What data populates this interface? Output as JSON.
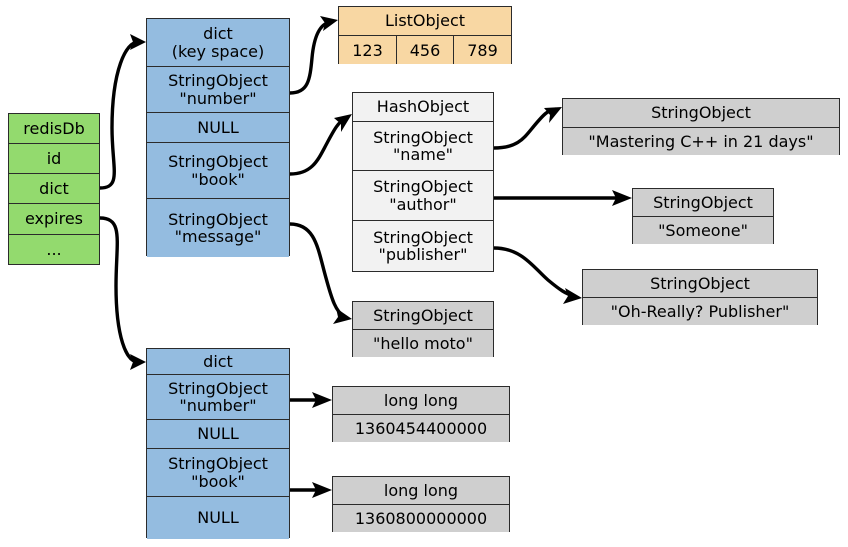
{
  "diagram": {
    "title": "redisDb key space and expires dict object graph",
    "colors": {
      "green": "#93da6e",
      "blue": "#94bce0",
      "tan": "#f8d7a3",
      "grey": "#cfcfcf",
      "white": "#f2f2f2",
      "stroke": "#2b2b2b",
      "arrow": "#000000"
    }
  },
  "redisdb": {
    "name": "redisDb",
    "rows": [
      "redisDb",
      "id",
      "dict",
      "expires",
      "..."
    ]
  },
  "keyspace_dict": {
    "rows": [
      "dict\n(key space)",
      "StringObject\n\"number\"",
      "NULL",
      "StringObject\n\"book\"",
      "StringObject\n\"message\""
    ]
  },
  "expires_dict": {
    "rows": [
      "dict",
      "StringObject\n\"number\"",
      "NULL",
      "StringObject\n\"book\"",
      "NULL"
    ]
  },
  "list_object": {
    "header": "ListObject",
    "cells": [
      "123",
      "456",
      "789"
    ]
  },
  "hash_object": {
    "rows": [
      "HashObject",
      "StringObject\n\"name\"",
      "StringObject\n\"author\"",
      "StringObject\n\"publisher\""
    ]
  },
  "string_book_title": {
    "header": "StringObject",
    "value": "\"Mastering C++ in 21 days\""
  },
  "string_author": {
    "header": "StringObject",
    "value": "\"Someone\""
  },
  "string_publisher": {
    "header": "StringObject",
    "value": "\"Oh-Really? Publisher\""
  },
  "string_message": {
    "header": "StringObject",
    "value": "\"hello moto\""
  },
  "longlong_number": {
    "header": "long long",
    "value": "1360454400000"
  },
  "longlong_book": {
    "header": "long long",
    "value": "1360800000000"
  }
}
